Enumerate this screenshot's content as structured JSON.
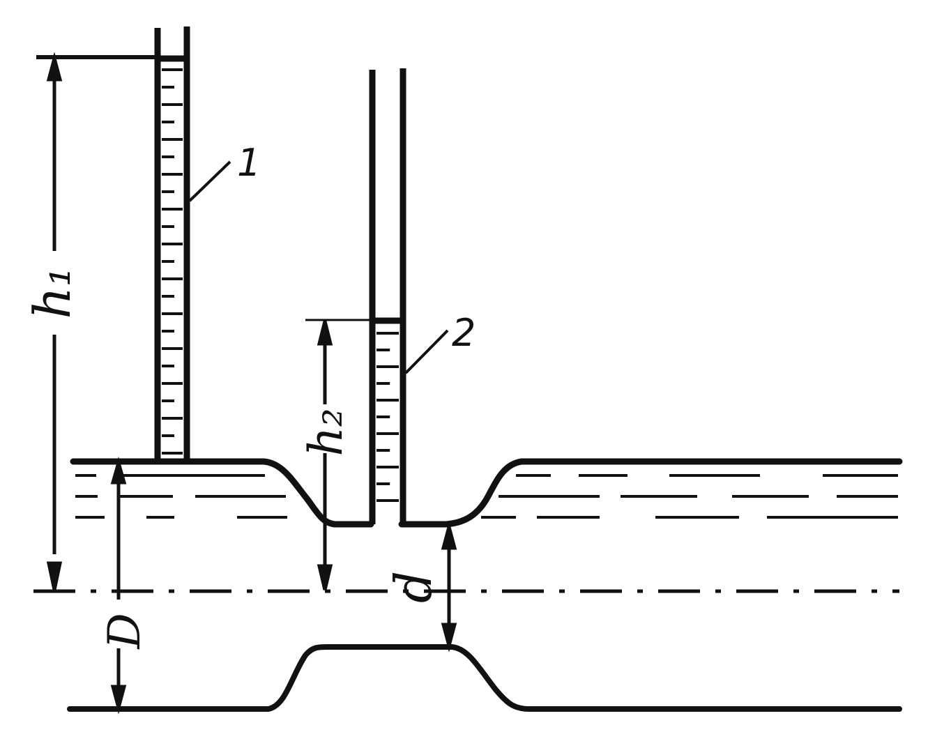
{
  "diagram": {
    "labels": {
      "h1": "h₁",
      "h2": "h₂",
      "d": "d",
      "D": "D",
      "tube1": "1",
      "tube2": "2"
    },
    "colors": {
      "ink": "#111111",
      "background": "#ffffff"
    }
  }
}
